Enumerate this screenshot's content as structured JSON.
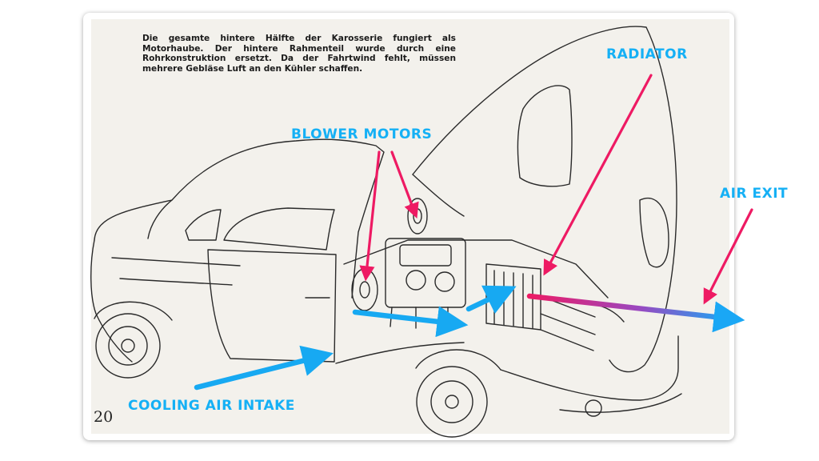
{
  "caption": "Die gesamte hintere Hälfte der Karosserie fungiert als Motorhaube. Der hintere Rahmenteil wurde durch eine Rohrkonstruktion ersetzt. Da der Fahrtwind fehlt, müssen mehrere Gebläse Luft an den Kühler schaffen.",
  "page_number": "20",
  "labels": {
    "radiator": "RADIATOR",
    "blower_motors": "BLOWER MOTORS",
    "air_exit": "AIR EXIT",
    "cooling_air_intake": "COOLING AIR INTAKE"
  },
  "colors": {
    "label_blue": "#15b0f5",
    "arrow_magenta": "#ee1a63",
    "arrow_blue": "#17a9f2"
  }
}
